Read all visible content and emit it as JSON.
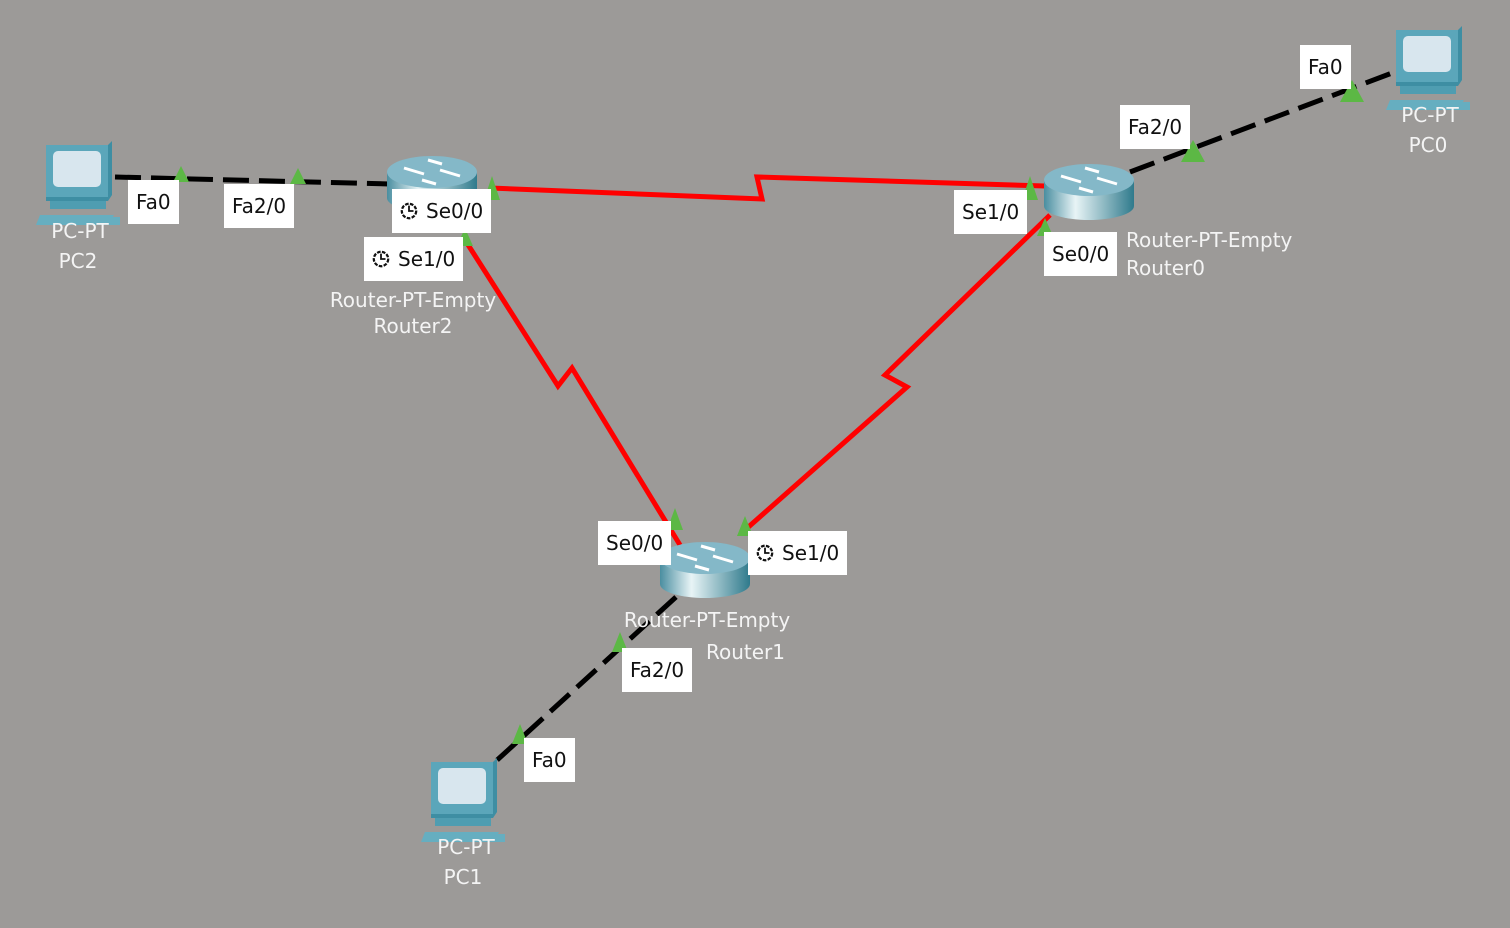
{
  "devices": {
    "pc2": {
      "model": "PC-PT",
      "name": "PC2"
    },
    "pc0": {
      "model": "PC-PT",
      "name": "PC0"
    },
    "pc1": {
      "model": "PC-PT",
      "name": "PC1"
    },
    "router2": {
      "model": "Router-PT-Empty",
      "name": "Router2"
    },
    "router0": {
      "model": "Router-PT-Empty",
      "name": "Router0"
    },
    "router1": {
      "model": "Router-PT-Empty",
      "name": "Router1"
    }
  },
  "ports": {
    "pc2_fa0": "Fa0",
    "r2_fa20": "Fa2/0",
    "r2_se00": "Se0/0",
    "r2_se10": "Se1/0",
    "r0_se10": "Se1/0",
    "r0_se00": "Se0/0",
    "r0_fa20": "Fa2/0",
    "pc0_fa0": "Fa0",
    "r1_se00": "Se0/0",
    "r1_se10": "Se1/0",
    "r1_fa20": "Fa2/0",
    "pc1_fa0": "Fa0"
  },
  "colors": {
    "background": "#9c9a98",
    "serial": "#ff0000",
    "ethernet": "#000000",
    "link_up": "#5cb845"
  }
}
